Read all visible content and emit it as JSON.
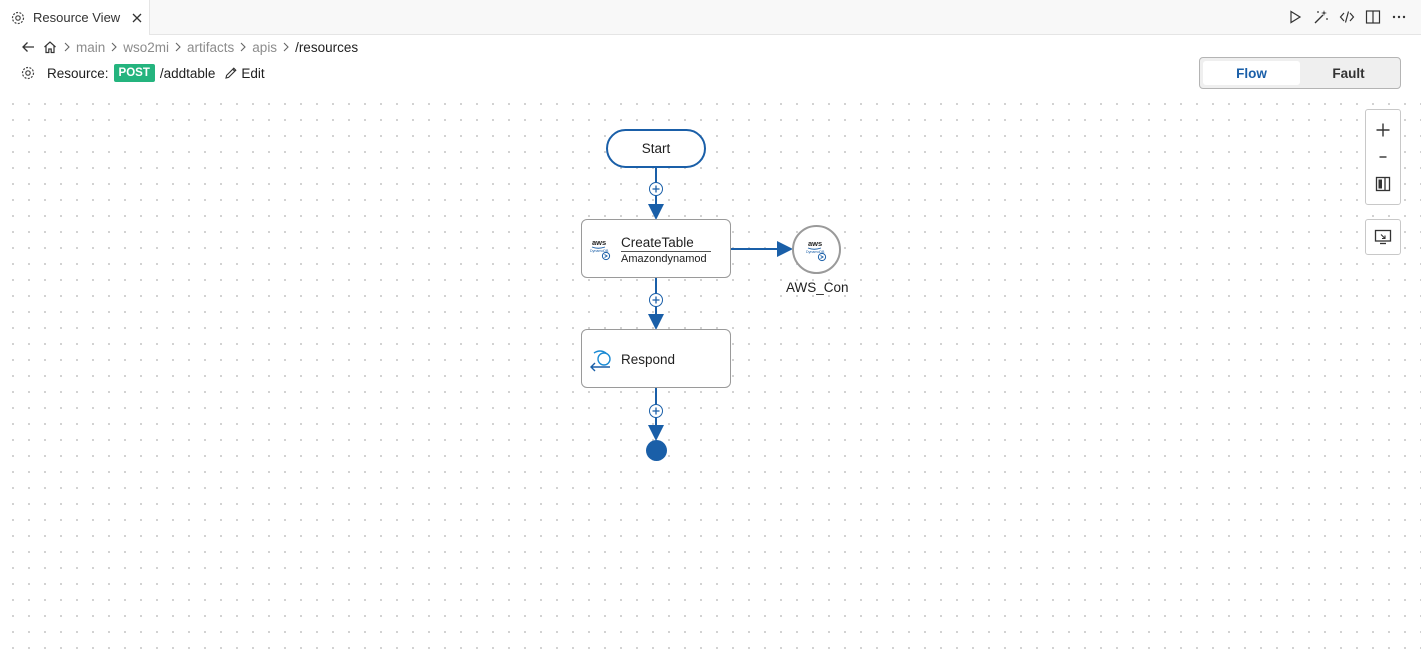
{
  "tab": {
    "title": "Resource View",
    "icon": "gear-icon",
    "actions": [
      "run-icon",
      "magic-wand-icon",
      "code-icon",
      "split-editor-icon",
      "more-icon"
    ]
  },
  "breadcrumb": {
    "items": [
      "main",
      "wso2mi",
      "artifacts",
      "apis",
      "/resources"
    ]
  },
  "resource": {
    "label": "Resource:",
    "method": "POST",
    "path": "/addtable",
    "edit_label": "Edit"
  },
  "view_toggle": {
    "options": [
      "Flow",
      "Fault"
    ],
    "active": "Flow"
  },
  "diagram": {
    "start_label": "Start",
    "create_table": {
      "title": "CreateTable",
      "subtitle": "Amazondynamod"
    },
    "respond": {
      "title": "Respond"
    },
    "connection": {
      "label": "AWS_Con"
    }
  },
  "colors": {
    "accent": "#1a5fa8",
    "method_post": "#24b47e",
    "node_border": "#9a9a9a"
  }
}
